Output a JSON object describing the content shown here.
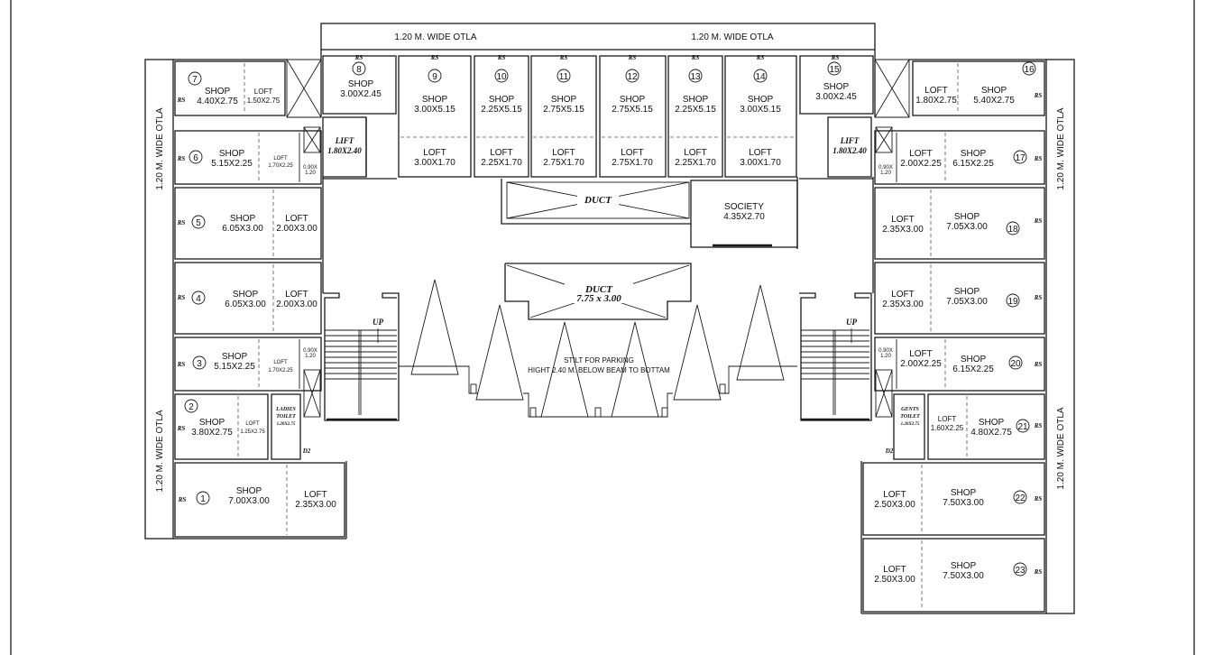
{
  "otla": {
    "top_left": "1.20  M.   WIDE   OTLA",
    "top_right": "1.20  M.   WIDE   OTLA",
    "left_upper": "1.20  M.   WIDE   OTLA",
    "left_lower": "1.20  M.   WIDE   OTLA",
    "right_upper": "1.20  M.   WIDE   OTLA",
    "right_lower": "1.20  M.   WIDE   OTLA"
  },
  "rs": "RS",
  "shop_label": "SHOP",
  "loft_label": "LOFT",
  "shops": {
    "s1": {
      "no": "1",
      "shop": "7.00X3.00",
      "loft": "2.35X3.00"
    },
    "s2": {
      "no": "2",
      "shop": "3.80X2.75",
      "loft": "1.25X2.75"
    },
    "s3": {
      "no": "3",
      "shop": "5.15X2.25",
      "loft": "1.70X2.25"
    },
    "s4": {
      "no": "4",
      "shop": "6.05X3.00",
      "loft": "2.00X3.00"
    },
    "s5": {
      "no": "5",
      "shop": "6.05X3.00",
      "loft": "2.00X3.00"
    },
    "s6": {
      "no": "6",
      "shop": "5.15X2.25",
      "loft": "1.70X2.25"
    },
    "s7": {
      "no": "7",
      "shop": "4.40X2.75",
      "loft": "1.50X2.75"
    },
    "s8": {
      "no": "8",
      "shop": "3.00X2.45"
    },
    "s9": {
      "no": "9",
      "shop": "3.00X5.15",
      "loft": "3.00X1.70"
    },
    "s10": {
      "no": "10",
      "shop": "2.25X5.15",
      "loft": "2.25X1.70"
    },
    "s11": {
      "no": "11",
      "shop": "2.75X5.15",
      "loft": "2.75X1.70"
    },
    "s12": {
      "no": "12",
      "shop": "2.75X5.15",
      "loft": "2.75X1.70"
    },
    "s13": {
      "no": "13",
      "shop": "2.25X5.15",
      "loft": "2.25X1.70"
    },
    "s14": {
      "no": "14",
      "shop": "3.00X5.15",
      "loft": "3.00X1.70"
    },
    "s15": {
      "no": "15",
      "shop": "3.00X2.45"
    },
    "s16": {
      "no": "16",
      "shop": "5.40X2.75",
      "loft": "1.80X2.75"
    },
    "s17": {
      "no": "17",
      "shop": "6.15X2.25",
      "loft": "2.00X2.25"
    },
    "s18": {
      "no": "18",
      "shop": "7.05X3.00",
      "loft": "2.35X3.00"
    },
    "s19": {
      "no": "19",
      "shop": "7.05X3.00",
      "loft": "2.35X3.00"
    },
    "s20": {
      "no": "20",
      "shop": "6.15X2.25",
      "loft": "2.00X2.25"
    },
    "s21": {
      "no": "21",
      "shop": "4.80X2.75",
      "loft": "1.60X2.25"
    },
    "s22": {
      "no": "22",
      "shop": "7.50X3.00",
      "loft": "2.50X3.00"
    },
    "s23": {
      "no": "23",
      "shop": "7.50X3.00",
      "loft": "2.50X3.00"
    }
  },
  "small": {
    "a": "0.90X",
    "b": "1.20"
  },
  "lift": {
    "label": "LIFT",
    "size": "1.80X2.40"
  },
  "duct_top": "DUCT",
  "duct_center": {
    "label": "DUCT",
    "size": "7.75 x 3.00"
  },
  "society": {
    "label": "SOCIETY",
    "size": "4.35X2.70"
  },
  "stilt": {
    "line1": "STILT FOR PARKING",
    "line2": "HIGHT 2.40 M. BELOW BEAM TO BOTTAM"
  },
  "up": "UP",
  "toilets": {
    "ladies_1": "LADIES",
    "ladies_2": "TOILET",
    "ladies_size": "1.20X2.75",
    "gents_1": "GENTS",
    "gents_2": "TOILET",
    "gents_size": "1.20X2.75"
  },
  "door": "D2"
}
